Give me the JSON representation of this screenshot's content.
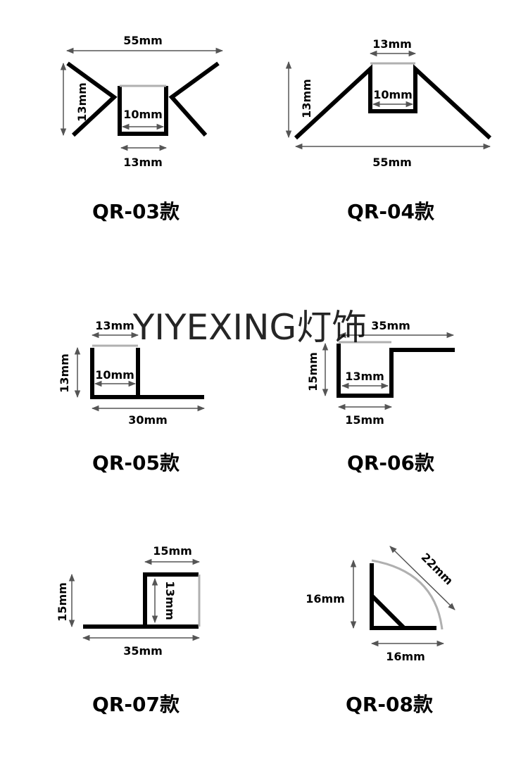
{
  "colors": {
    "profile": "#000000",
    "diffuser": "#b0b0b0",
    "arrow": "#555555"
  },
  "watermark": "YIYEXING灯饰",
  "models": [
    {
      "title": "QR-03款",
      "dims": [
        "55mm",
        "13mm",
        "10mm",
        "13mm"
      ]
    },
    {
      "title": "QR-04款",
      "dims": [
        "13mm",
        "13mm",
        "10mm",
        "55mm"
      ]
    },
    {
      "title": "QR-05款",
      "dims": [
        "13mm",
        "13mm",
        "10mm",
        "30mm"
      ]
    },
    {
      "title": "QR-06款",
      "dims": [
        "35mm",
        "15mm",
        "13mm",
        "15mm"
      ]
    },
    {
      "title": "QR-07款",
      "dims": [
        "15mm",
        "15mm",
        "13mm",
        "35mm"
      ]
    },
    {
      "title": "QR-08款",
      "dims": [
        "22mm",
        "16mm",
        "16mm"
      ]
    }
  ]
}
